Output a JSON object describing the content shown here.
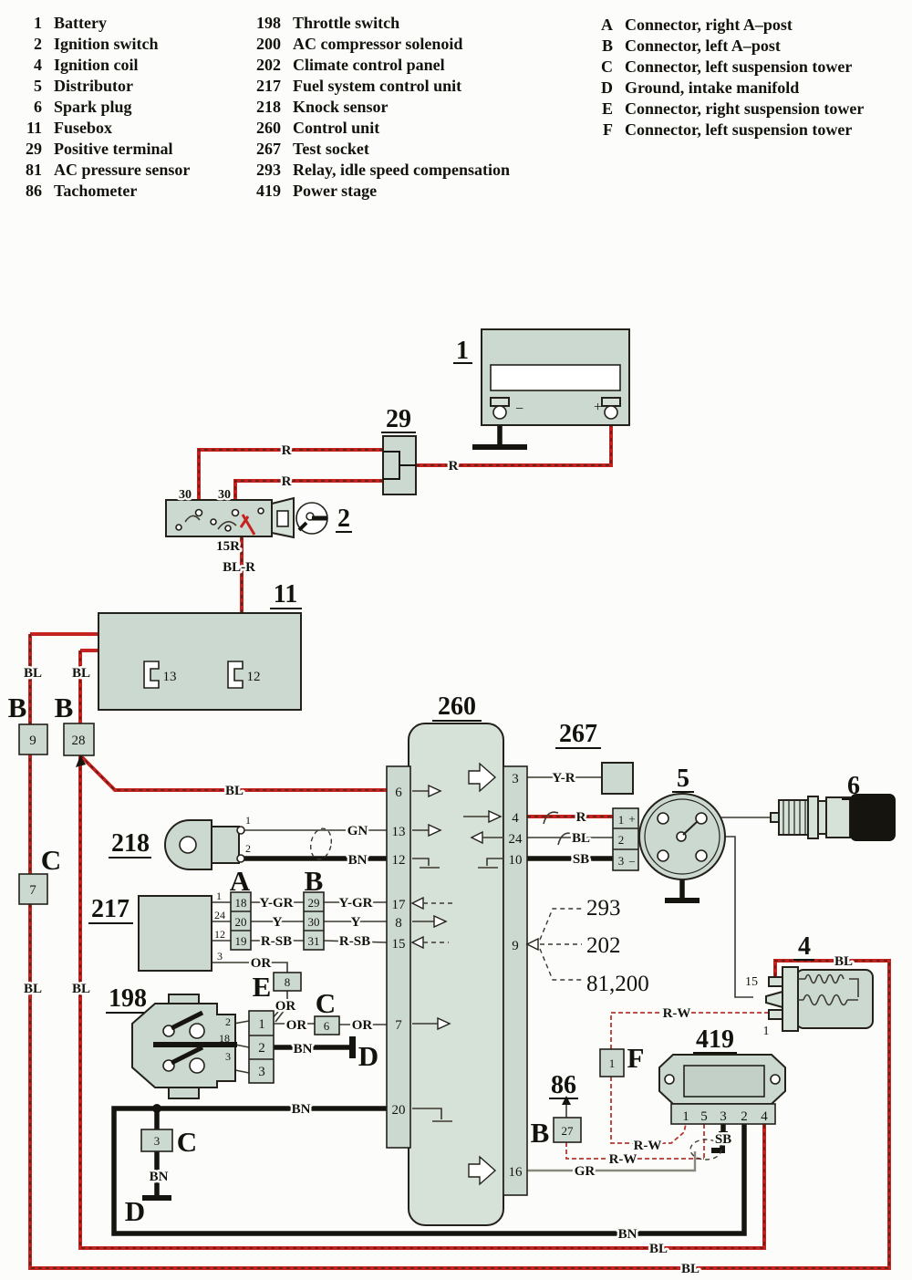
{
  "legend": {
    "col1": [
      {
        "num": "1",
        "label": "Battery"
      },
      {
        "num": "2",
        "label": "Ignition switch"
      },
      {
        "num": "4",
        "label": "Ignition coil"
      },
      {
        "num": "5",
        "label": "Distributor"
      },
      {
        "num": "6",
        "label": "Spark plug"
      },
      {
        "num": "11",
        "label": "Fusebox"
      },
      {
        "num": "29",
        "label": "Positive terminal"
      },
      {
        "num": "81",
        "label": "AC pressure sensor"
      },
      {
        "num": "86",
        "label": "Tachometer"
      }
    ],
    "col2": [
      {
        "num": "198",
        "label": "Throttle switch"
      },
      {
        "num": "200",
        "label": "AC compressor solenoid"
      },
      {
        "num": "202",
        "label": "Climate control panel"
      },
      {
        "num": "217",
        "label": "Fuel system control unit"
      },
      {
        "num": "218",
        "label": "Knock sensor"
      },
      {
        "num": "260",
        "label": "Control unit"
      },
      {
        "num": "267",
        "label": "Test socket"
      },
      {
        "num": "293",
        "label": "Relay, idle speed compensation"
      },
      {
        "num": "419",
        "label": "Power stage"
      }
    ],
    "col3": [
      {
        "num": "A",
        "label": "Connector, right A–post"
      },
      {
        "num": "B",
        "label": "Connector, left A–post"
      },
      {
        "num": "C",
        "label": "Connector, left suspension tower"
      },
      {
        "num": "D",
        "label": "Ground, intake manifold"
      },
      {
        "num": "E",
        "label": "Connector, right suspension tower"
      },
      {
        "num": "F",
        "label": "Connector, left suspension tower"
      }
    ]
  },
  "diagram": {
    "components": {
      "battery": "1",
      "pos_terminal": "29",
      "ignition_switch": "2",
      "fusebox": "11",
      "control_unit": "260",
      "test_socket": "267",
      "knock_sensor": "218",
      "fuel_ecu": "217",
      "throttle_switch": "198",
      "distributor": "5",
      "spark_plug": "6",
      "ignition_coil": "4",
      "power_stage": "419",
      "tachometer": "86"
    },
    "refs": {
      "relay": "293",
      "climate": "202",
      "ac_items": "81,200"
    },
    "letters": {
      "a": "A",
      "b": "B",
      "c": "C",
      "d": "D",
      "e": "E",
      "f": "F"
    },
    "wire_labels": {
      "r": "R",
      "bl": "BL",
      "bn": "BN",
      "gn": "GN",
      "sb": "SB",
      "or": "OR",
      "gr": "GR",
      "ygr": "Y-GR",
      "y": "Y",
      "rsb": "R-SB",
      "rw": "R-W",
      "blr": "BL-R",
      "yr": "Y-R",
      "r15": "15R",
      "t30": "30",
      "plus": "+",
      "minus": "−"
    },
    "pins": {
      "ecu_left": [
        "6",
        "13",
        "12",
        "17",
        "8",
        "15",
        "7",
        "20"
      ],
      "ecu_right": [
        "3",
        "4",
        "24",
        "10",
        "9",
        "16"
      ],
      "fuse13": "13",
      "fuse12": "12",
      "b9": "9",
      "b28": "28",
      "c7": "7",
      "c3": "3",
      "c6": "6",
      "e8": "8",
      "f1": "1",
      "b27": "27",
      "dist": [
        "1",
        "2",
        "3"
      ],
      "coil15": "15",
      "coil1": "1",
      "power_stage": [
        "1",
        "5",
        "3",
        "2",
        "4"
      ],
      "fuel_ecu": [
        "1",
        "24",
        "12",
        "3"
      ],
      "conn_a": [
        "18",
        "20",
        "19"
      ],
      "conn_b": [
        "29",
        "30",
        "31"
      ],
      "throttle": [
        "2",
        "18",
        "3"
      ],
      "throttle_conn": [
        "1",
        "2",
        "3"
      ]
    }
  }
}
